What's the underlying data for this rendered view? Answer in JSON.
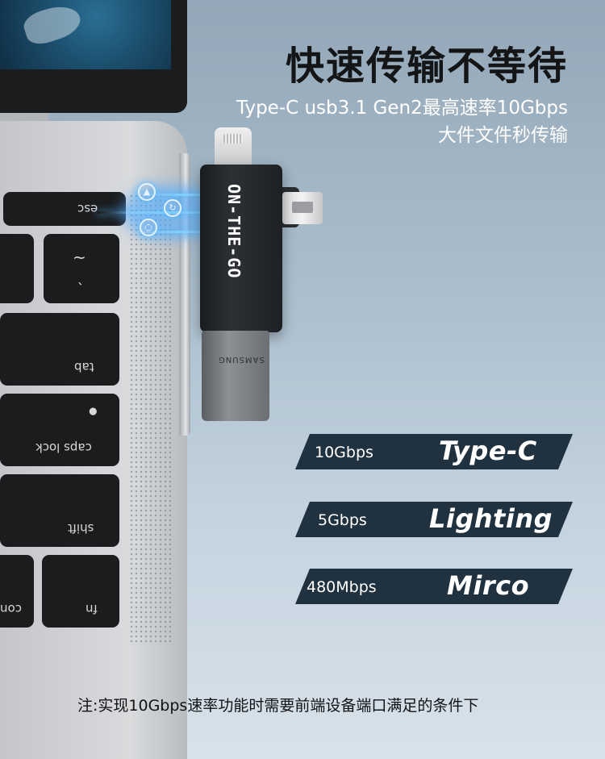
{
  "heading": {
    "title": "快速传输不等待",
    "subtitle_line1": "Type-C usb3.1 Gen2最高速率10Gbps",
    "subtitle_line2": "大件文件秒传输"
  },
  "product": {
    "brand_text": "ON-THE-GO",
    "connector_text": "SAMSUNG"
  },
  "keyboard": {
    "keys": [
      "esc",
      "tab",
      "caps lock",
      "shift",
      "fn",
      "con"
    ]
  },
  "speeds": [
    {
      "speed": "10Gbps",
      "type": "Type-C"
    },
    {
      "speed": "5Gbps",
      "type": "Lighting"
    },
    {
      "speed": "480Mbps",
      "type": "Mirco"
    }
  ],
  "footnote": "注:实现10Gbps速率功能时需要前端设备端口满足的条件下",
  "colors": {
    "badge": "#20313f",
    "title": "#141516",
    "glow": "#57b7ff"
  }
}
